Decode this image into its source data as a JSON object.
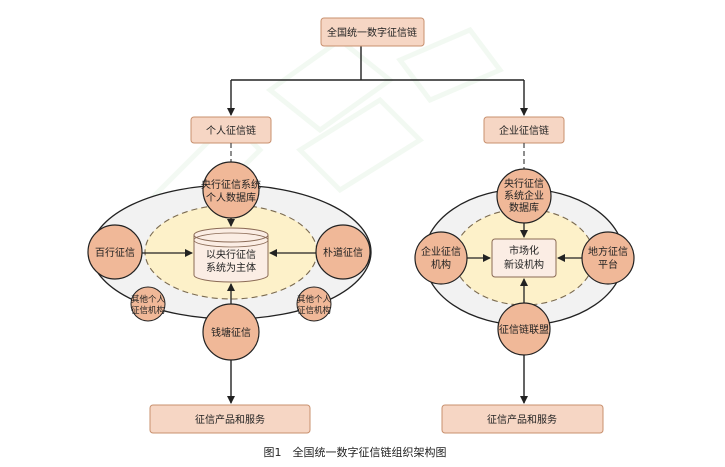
{
  "top_node": "全国统一数字征信链",
  "left": {
    "chain": "个人征信链",
    "top_circle": [
      "央行征信系统",
      "个人数据库"
    ],
    "left_circle": "百行征信",
    "right_circle": "朴道征信",
    "bottom_circle": "钱塘征信",
    "center": [
      "以央行征信",
      "系统为主体"
    ],
    "small_left": [
      "其他个人",
      "征信机构"
    ],
    "small_right": [
      "其他个人",
      "征信机构"
    ],
    "output": "征信产品和服务"
  },
  "right": {
    "chain": "企业征信链",
    "top_circle": [
      "央行征信",
      "系统企业",
      "数据库"
    ],
    "left_circle": [
      "企业征信",
      "机构"
    ],
    "right_circle": [
      "地方征信",
      "平台"
    ],
    "bottom_circle": "征信链联盟",
    "center": [
      "市场化",
      "新设机构"
    ],
    "output": "征信产品和服务"
  },
  "caption": "图1　全国统一数字征信链组织架构图",
  "colors": {
    "box_fill": "#F6D6C4",
    "box_stroke": "#C8906E",
    "circle_fill": "#F0B898",
    "inner_fill": "#FDF1C9",
    "outer_fill": "#F2F2F2",
    "line": "#222222"
  }
}
